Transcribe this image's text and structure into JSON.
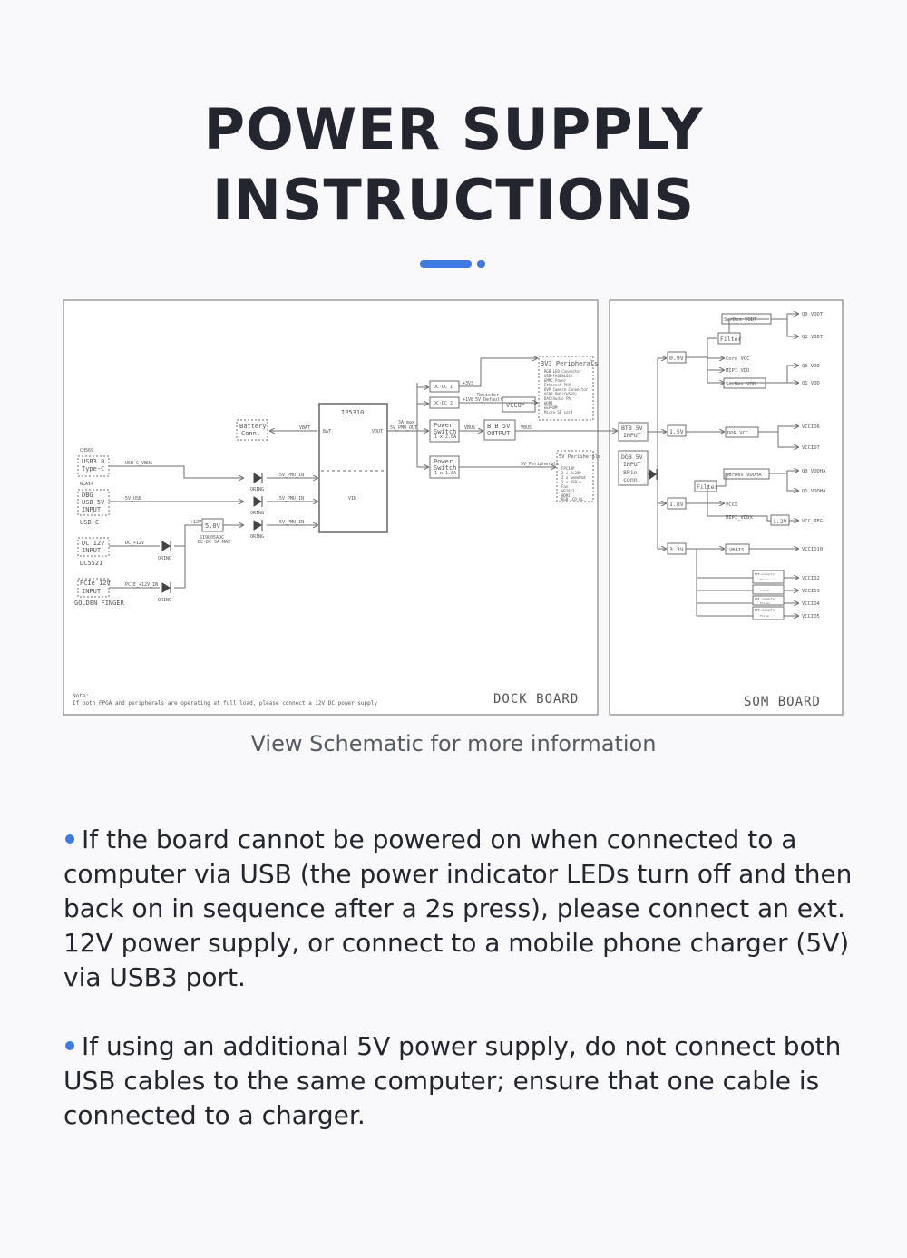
{
  "title": {
    "line1": "POWER SUPPLY",
    "line2": "INSTRUCTIONS"
  },
  "colors": {
    "accent": "#3f7ae0",
    "title": "#23262f",
    "text": "#23262f",
    "caption": "#555a63",
    "line": "#6e6e6e"
  },
  "schematic": {
    "dock_board": {
      "label": "DOCK BOARD",
      "note_title": "Note:",
      "note_text": "If both FPGA and peripherals are operating at full load, please connect a 12V DC power supply",
      "inputs": [
        {
          "top": "CH569",
          "line1": "USB3.0",
          "line2": "Type-C",
          "bottom": "",
          "net": "USB-C_VBUS"
        },
        {
          "top": "NLA14",
          "line1": "DBG",
          "line2": "USB 5V",
          "line3": "INPUT",
          "bottom": "USB-C",
          "net": "5V_USB"
        },
        {
          "line1": "DC 12V",
          "line2": "INPUT",
          "bottom": "DC5521",
          "net": "DC_+12V"
        },
        {
          "line1": "PCIe 12V",
          "line2": "INPUT",
          "bottom": "GOLDEN FINGER",
          "net": "PCIE_+12V_IN"
        }
      ],
      "oring": "ORING",
      "buck": {
        "label": "5.0V",
        "part": "S19L05ADC",
        "desc": "DC-DC 5A MAX",
        "net": "+12V"
      },
      "pmic": {
        "label": "IP5310",
        "pin_bat": "BAT",
        "pin_vout": "VOUT",
        "pin_vin": "VIN",
        "net_bat": "VBAT",
        "net_out": "5V_PMU_OUT",
        "note_max": "3A max"
      },
      "pmic_in_nets": [
        "5V_PMU_IN",
        "5V_PMU_IN",
        "5V_PMU_IN"
      ],
      "battery": {
        "line1": "Battery",
        "line2": "Conn."
      },
      "dcdc": [
        {
          "label": "DC-DC 1",
          "net": "+3V3"
        },
        {
          "label": "DC-DC 2",
          "net": "+1V8"
        }
      ],
      "resistor": {
        "label": "Resistor",
        "net": "5V_Default"
      },
      "vcco": "VCCO*",
      "periph_3v3": {
        "title": "3V3 Peripherals",
        "items": [
          "RGB LED Connector",
          "USB-FAGD8L61X",
          "EMMC Power",
          "Ethernet PHY",
          "DVP Camera Connector",
          "USB3 PHY(CH569)",
          "DAC/Audio PA",
          "HDMI",
          "EEPROM",
          "Micro SD card"
        ]
      },
      "power_switch_1": {
        "line1": "Power",
        "line2": "Switch",
        "line3": "1 x 2.0A"
      },
      "power_switch_2": {
        "line1": "Power",
        "line2": "Switch",
        "line3": "1 x 1.0A"
      },
      "btb_output": {
        "line1": "BTB 5V",
        "line2": "OUTPUT",
        "net_in": "VBUS",
        "net_out": "VBUS"
      },
      "periph_5v": {
        "title": "5V Peripherals",
        "net": "5V_Peripherals",
        "items": [
          "FPC10P",
          "2 x 2x20P",
          "2 x SemePad",
          "2 x USB-A",
          "Fan",
          "WS2812",
          "HDMI",
          "RGB LCD-BL"
        ]
      }
    },
    "som_board": {
      "label": "SOM BOARD",
      "btb_input": {
        "line1": "BTB 5V",
        "line2": "INPUT"
      },
      "dgb_input": {
        "line1": "DGB 5V",
        "line2": "INPUT",
        "line3": "8Pin",
        "line4": "conn."
      },
      "rails": [
        "0.9V",
        "1.5V",
        "1.8V",
        "3.3V",
        "1.2V"
      ],
      "filter": "Filter",
      "serdes_vddt": "SerDes VDDT",
      "serdes_vdd": "SerDes VDD",
      "serdes_vddha": "SerDes VDDHA",
      "core_vcc": "Core VCC",
      "mipi_vdd": "MIPI VDD",
      "ddr_vcc": "DDR VCC",
      "vccx": "VCCX",
      "mipi_vddx": "MIPI_VDDX",
      "vbais": "VBAIS",
      "btb_connector": "BTB connector",
      "filter_small": "Filter",
      "outputs_09": [
        "Q0 VDDT",
        "Q1 VDDT",
        "Q0 VDD",
        "Q1 VDD"
      ],
      "outputs_15": [
        "VCCIO6",
        "VCCIO7"
      ],
      "outputs_18": [
        "Q0 VDDHA",
        "Q1 VDDHA",
        "VCC_REG"
      ],
      "outputs_33": [
        "VCCIO10",
        "VCCIO2",
        "VCCIO3",
        "VCCIO4",
        "VCCIO5"
      ]
    }
  },
  "caption": "View Schematic for more information",
  "notes": [
    "If the  board cannot be powered on when connected to a computer via USB (the power indicator LEDs turn off and then back on in sequence after a 2s press), please connect an ext. 12V power supply, or connect to a mobile phone charger (5V) via USB3 port.",
    "If using an additional 5V power supply, do not connect both USB cables to the same computer; ensure that one cable is connected to a charger."
  ]
}
